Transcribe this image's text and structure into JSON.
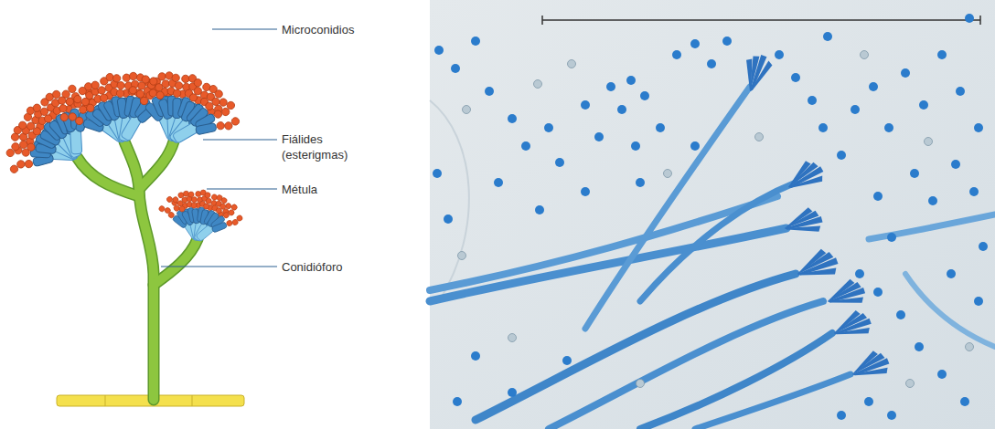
{
  "diagram": {
    "labels": [
      "Microconidios",
      "Fiálides (esterigmas)",
      "Métula",
      "Conidióforo"
    ]
  }
}
